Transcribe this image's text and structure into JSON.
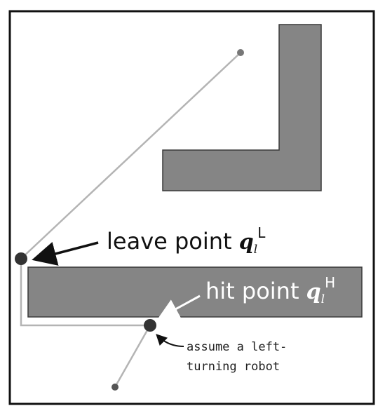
{
  "labels": {
    "leave": {
      "text": "leave point ",
      "var": "q",
      "sub": "l",
      "sup": "L"
    },
    "hit": {
      "text": "hit point ",
      "var": "q",
      "sub": "l",
      "sup": "H"
    },
    "note_line1": "assume a left-",
    "note_line2": "turning robot"
  },
  "colors": {
    "obstacle": "#858585",
    "path": "#b4b4b4",
    "dot": "#333333",
    "frame": "#111111",
    "background": "#ffffff"
  }
}
